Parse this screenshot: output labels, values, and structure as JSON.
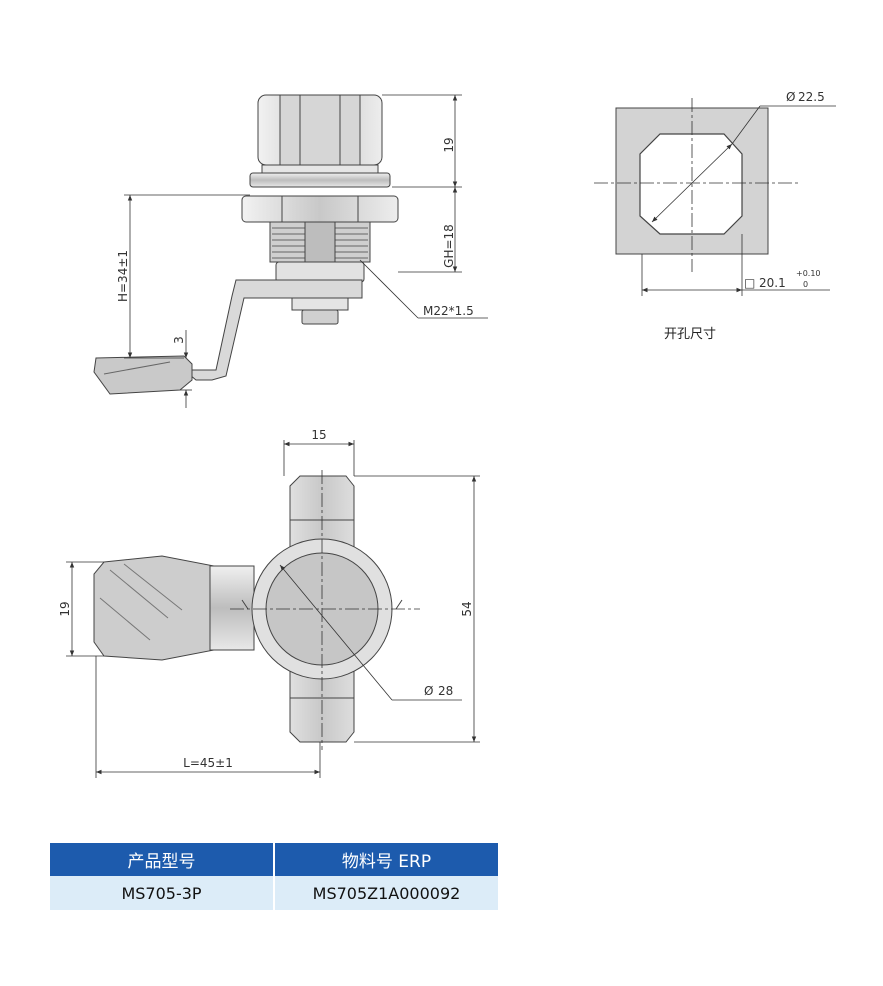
{
  "side_view": {
    "dim_top_height": "19",
    "dim_gh": "GH=18",
    "dim_h": "H=34±1",
    "dim_tongue": "3",
    "dim_thread": "M22*1.5"
  },
  "cutout_view": {
    "dim_diameter": "22.5",
    "diameter_symbol": "Ø",
    "dim_square": "20.1",
    "square_symbol": "□",
    "tol_upper": "+0.10",
    "tol_lower": "0",
    "caption": "开孔尺寸"
  },
  "front_view": {
    "dim_width": "15",
    "dim_height": "54",
    "dim_tongue_width": "19",
    "dim_diameter": "28",
    "diameter_symbol": "Ø",
    "dim_length": "L=45±1"
  },
  "spec_table": {
    "headers": [
      "产品型号",
      "物料号 ERP"
    ],
    "rows": [
      [
        "MS705-3P",
        "MS705Z1A000092"
      ]
    ]
  },
  "colors": {
    "part_fill": "#d9d9d9",
    "part_stroke": "#444444",
    "dim_line": "#333333",
    "table_header": "#1d5bad",
    "table_row": "#dcecf8"
  }
}
